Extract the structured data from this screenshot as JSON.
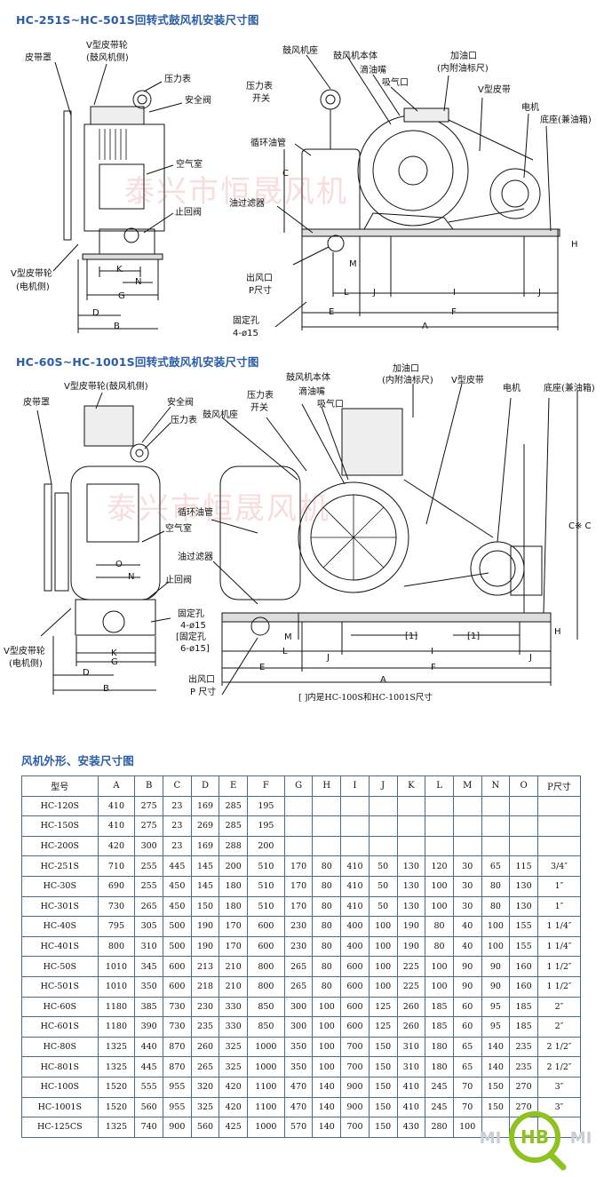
{
  "section1": {
    "title": "HC-251S~HC-501S回转式鼓风机安装尺寸图",
    "labels": {
      "belt_cover": "皮带罩",
      "v_pulley_blower_1": "V型皮带轮",
      "v_pulley_blower_2": "(鼓风机侧)",
      "pressure_gauge": "压力表",
      "safety_valve": "安全阀",
      "air_chamber": "空气室",
      "check_valve": "止回阀",
      "v_pulley_motor_1": "V型皮带轮",
      "v_pulley_motor_2": "(电机侧)",
      "blower_seat": "鼓风机座",
      "blower_body": "鼓风机本体",
      "oil_nozzle": "滴油嘴",
      "air_intake": "吸气口",
      "oil_fill_1": "加油口",
      "oil_fill_2": "(内附油标尺)",
      "pressure_switch_1": "压力表",
      "pressure_switch_2": "开关",
      "v_belt": "V型皮带",
      "motor": "电机",
      "base": "底座(兼油箱)",
      "oil_pipe": "循环油管",
      "oil_filter": "油过滤器",
      "outlet_1": "出风口",
      "outlet_2": "P尺寸",
      "fix_hole_1": "固定孔",
      "fix_hole_2": "4-ø15"
    },
    "dims": {
      "K": "K",
      "N": "N",
      "G": "G",
      "D": "D",
      "B": "B",
      "C": "C",
      "H": "H",
      "M": "M",
      "L": "L",
      "J": "J",
      "I": "I",
      "J2": "J",
      "E": "E",
      "F": "F",
      "A": "A"
    }
  },
  "section2": {
    "title": "HC-60S~HC-1001S回转式鼓风机安装尺寸图",
    "labels": {
      "belt_cover": "皮带罩",
      "v_pulley_blower": "V型皮带轮(鼓风机侧)",
      "safety_valve": "安全阀",
      "pressure_gauge": "压力表",
      "blower_seat": "鼓风机座",
      "pressure_switch_1": "压力表",
      "pressure_switch_2": "开关",
      "blower_body": "鼓风机本体",
      "oil_nozzle": "滴油嘴",
      "air_intake": "吸气口",
      "oil_fill_1": "加油口",
      "oil_fill_2": "(内附油标尺)",
      "v_belt": "V型皮带",
      "motor": "电机",
      "base": "底座(兼油箱)",
      "oil_pipe": "循环油管",
      "air_chamber": "空气室",
      "oil_filter": "油过滤器",
      "check_valve": "止回阀",
      "fix_hole_1": "固定孔",
      "fix_hole_2": "4-ø15",
      "fix_hole_3": "[固定孔",
      "fix_hole_4": "6-ø15]",
      "v_pulley_motor_1": "V型皮带轮",
      "v_pulley_motor_2": "(电机侧)",
      "outlet_1": "出风口",
      "outlet_2": "P 尺寸",
      "note": "[ ]内是HC-100S和HC-1001S尺寸"
    },
    "dims": {
      "O": "O",
      "N": "N",
      "K": "K",
      "G": "G",
      "D": "D",
      "B": "B",
      "M": "M",
      "L": "L",
      "J": "J",
      "E": "E",
      "F": "F",
      "A": "A",
      "I": "I",
      "bracket1": "[1]",
      "bracket2": "[1]",
      "J2": "J",
      "H": "H",
      "C": "C※ C"
    }
  },
  "watermark": "泰兴市恒晟风机",
  "table": {
    "title": "风机外形、安装尺寸图",
    "headers": [
      "型号",
      "A",
      "B",
      "C",
      "D",
      "E",
      "F",
      "G",
      "H",
      "I",
      "J",
      "K",
      "L",
      "M",
      "N",
      "O",
      "P尺寸"
    ],
    "rows": [
      [
        "HC-120S",
        "410",
        "275",
        "23",
        "169",
        "285",
        "195",
        "",
        "",
        "",
        "",
        "",
        "",
        "",
        "",
        "",
        ""
      ],
      [
        "HC-150S",
        "410",
        "275",
        "23",
        "269",
        "285",
        "195",
        "",
        "",
        "",
        "",
        "",
        "",
        "",
        "",
        "",
        ""
      ],
      [
        "HC-200S",
        "420",
        "300",
        "23",
        "169",
        "288",
        "200",
        "",
        "",
        "",
        "",
        "",
        "",
        "",
        "",
        "",
        ""
      ],
      [
        "HC-251S",
        "710",
        "255",
        "445",
        "145",
        "200",
        "510",
        "170",
        "80",
        "410",
        "50",
        "130",
        "120",
        "30",
        "65",
        "115",
        "3/4″"
      ],
      [
        "HC-30S",
        "690",
        "255",
        "450",
        "145",
        "180",
        "510",
        "170",
        "80",
        "410",
        "50",
        "130",
        "100",
        "30",
        "80",
        "130",
        "1″"
      ],
      [
        "HC-301S",
        "730",
        "265",
        "450",
        "150",
        "180",
        "510",
        "170",
        "80",
        "410",
        "50",
        "130",
        "100",
        "30",
        "80",
        "130",
        "1″"
      ],
      [
        "HC-40S",
        "795",
        "305",
        "500",
        "190",
        "170",
        "600",
        "230",
        "80",
        "400",
        "100",
        "190",
        "80",
        "40",
        "100",
        "155",
        "1 1/4″"
      ],
      [
        "HC-401S",
        "800",
        "310",
        "500",
        "190",
        "170",
        "600",
        "230",
        "80",
        "400",
        "100",
        "190",
        "80",
        "40",
        "100",
        "155",
        "1 1/4″"
      ],
      [
        "HC-50S",
        "1010",
        "345",
        "600",
        "213",
        "210",
        "800",
        "265",
        "80",
        "600",
        "100",
        "225",
        "100",
        "90",
        "90",
        "160",
        "1 1/2″"
      ],
      [
        "HC-501S",
        "1010",
        "350",
        "600",
        "218",
        "210",
        "800",
        "265",
        "80",
        "600",
        "100",
        "225",
        "100",
        "90",
        "90",
        "160",
        "1 1/2″"
      ],
      [
        "HC-60S",
        "1180",
        "385",
        "730",
        "230",
        "330",
        "850",
        "300",
        "100",
        "600",
        "125",
        "260",
        "185",
        "60",
        "95",
        "185",
        "2″"
      ],
      [
        "HC-601S",
        "1180",
        "390",
        "730",
        "235",
        "330",
        "850",
        "300",
        "100",
        "600",
        "125",
        "260",
        "185",
        "60",
        "95",
        "185",
        "2″"
      ],
      [
        "HC-80S",
        "1325",
        "440",
        "870",
        "260",
        "325",
        "1000",
        "350",
        "100",
        "700",
        "150",
        "310",
        "180",
        "65",
        "140",
        "235",
        "2 1/2″"
      ],
      [
        "HC-801S",
        "1325",
        "445",
        "870",
        "265",
        "325",
        "1000",
        "350",
        "100",
        "700",
        "150",
        "310",
        "180",
        "65",
        "140",
        "235",
        "2 1/2″"
      ],
      [
        "HC-100S",
        "1520",
        "555",
        "955",
        "320",
        "420",
        "1100",
        "470",
        "140",
        "900",
        "150",
        "410",
        "245",
        "70",
        "150",
        "270",
        "3″"
      ],
      [
        "HC-1001S",
        "1520",
        "560",
        "955",
        "325",
        "420",
        "1100",
        "470",
        "140",
        "900",
        "150",
        "410",
        "245",
        "70",
        "150",
        "270",
        "3″"
      ],
      [
        "HC-125CS",
        "1325",
        "740",
        "900",
        "560",
        "425",
        "1000",
        "570",
        "140",
        "700",
        "150",
        "430",
        "280",
        "100",
        "",
        "",
        ""
      ]
    ]
  },
  "logo": {
    "left": "MI",
    "mid": "HB",
    "right": "MI"
  },
  "colors": {
    "title": "#2a5da8",
    "watermark": "#dc3c3c",
    "logo_green": "#8dc21f",
    "grid": "#4a6b8a"
  }
}
